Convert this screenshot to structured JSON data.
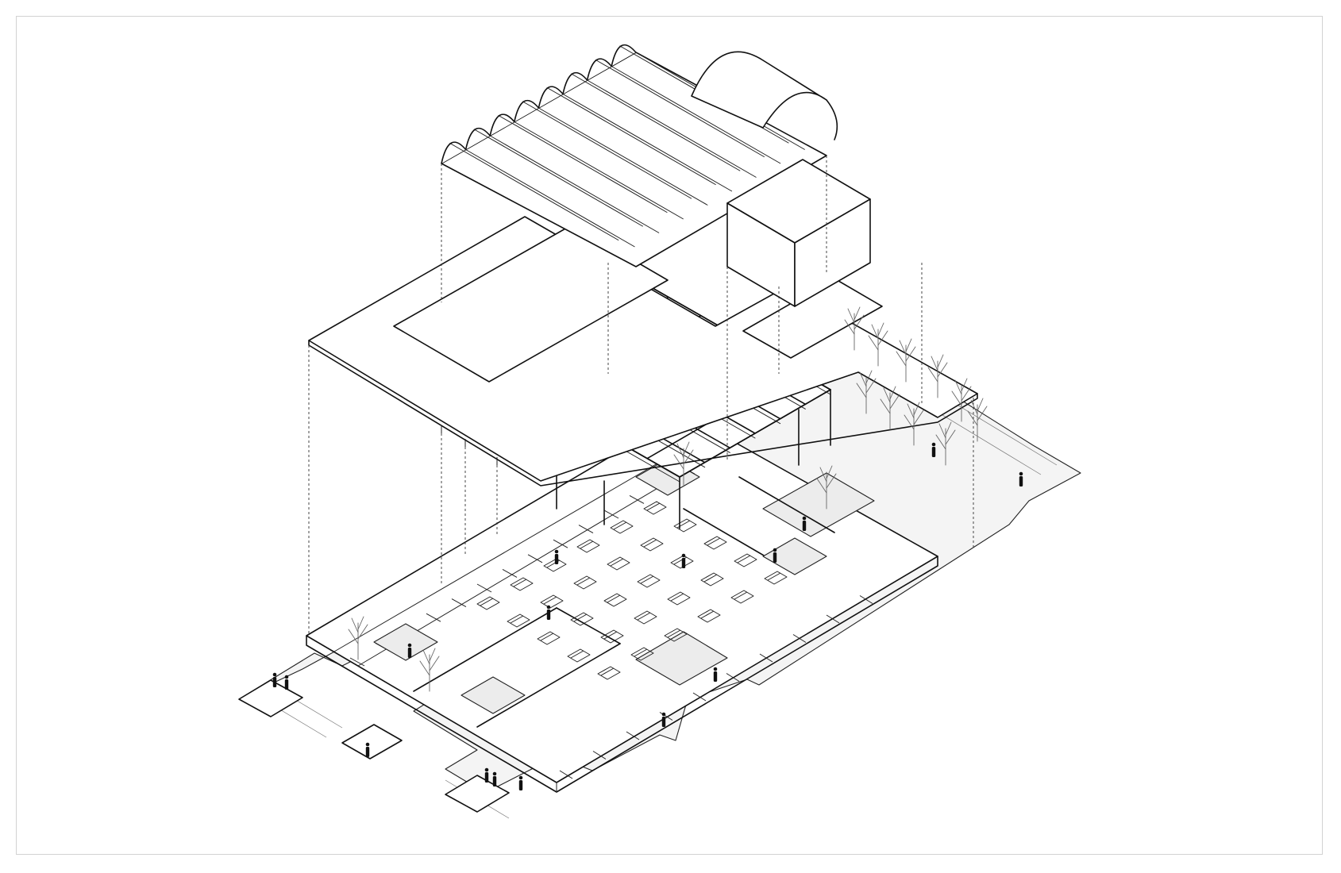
{
  "drawing": {
    "type": "exploded-axonometric-diagram",
    "layers": [
      "barrel-vault-roof",
      "roof-slab",
      "beam-grid-structure",
      "ground-floor-plan",
      "landscape-plinth"
    ],
    "vault_count": 8,
    "vault_arches_right": 1,
    "colors": {
      "line": "#111111",
      "fill_light": "#f4f4f4",
      "fill_grey": "#ececec",
      "background": "#ffffff",
      "frame": "#d2d2d2"
    }
  }
}
